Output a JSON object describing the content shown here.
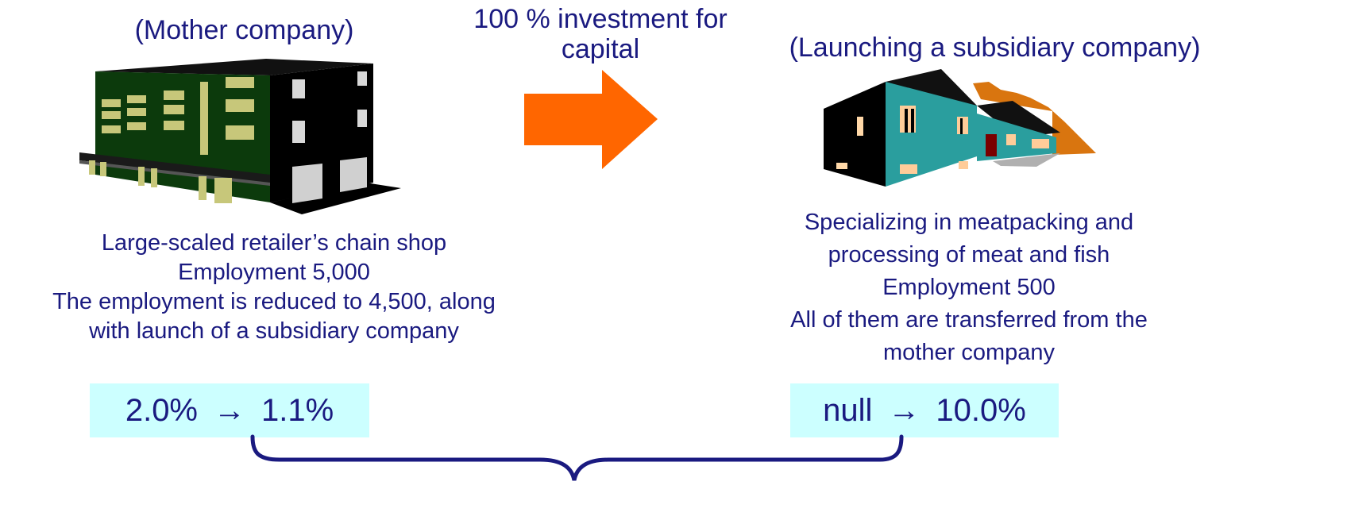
{
  "mother": {
    "title": "(Mother company)",
    "description": [
      "Large-scaled retailer’s chain shop",
      "Employment 5,000",
      "The employment is reduced to 4,500, along",
      "with launch of a subsidiary company"
    ],
    "rate_before": "2.0%",
    "rate_after": "1.1%"
  },
  "investment": {
    "lines": [
      "100 % investment for",
      "capital"
    ]
  },
  "subsidiary": {
    "title": "(Launching a subsidiary company)",
    "description": [
      "Specializing in meatpacking and",
      "processing of meat and fish",
      "Employment 500",
      "All of them are transferred from the",
      "mother company"
    ],
    "rate_before": "null",
    "rate_after": "10.0%"
  },
  "arrow_glyph": "→",
  "colors": {
    "text": "#1a1a80",
    "rate_box": "#ccffff",
    "arrow": "#ff6600",
    "brace": "#1a1a80"
  }
}
